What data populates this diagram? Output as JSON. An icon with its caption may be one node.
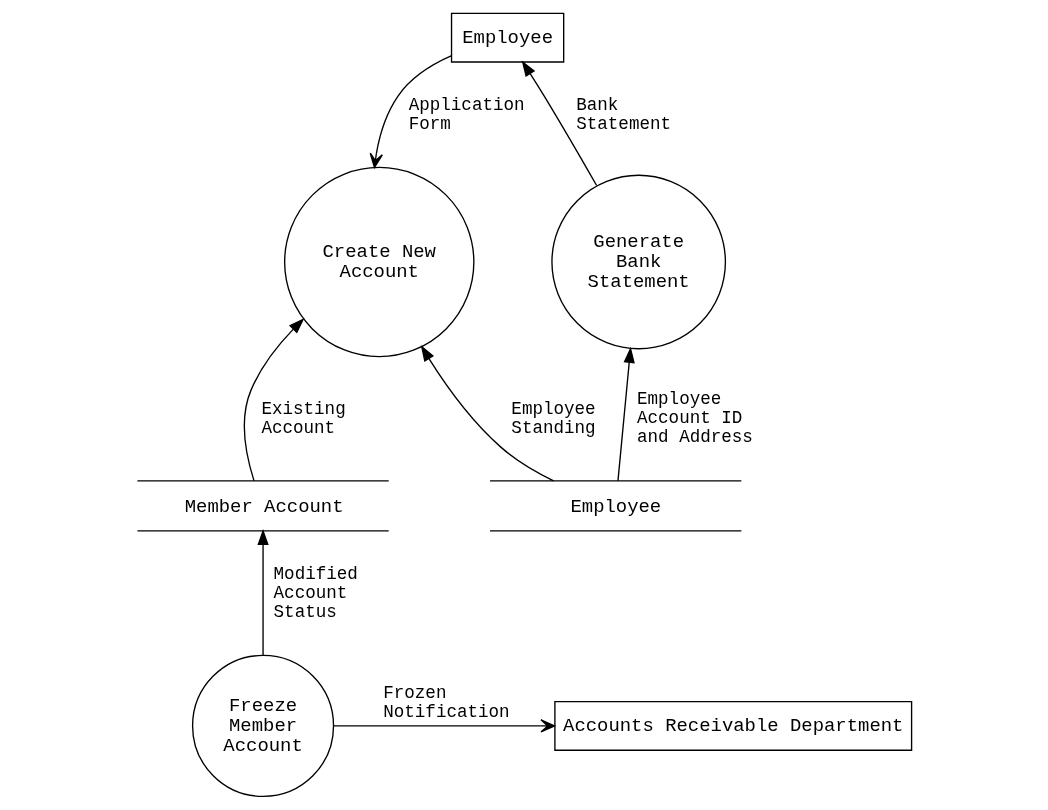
{
  "diagram": {
    "nodes": [
      {
        "text": [
          "Employee"
        ]
      },
      {
        "text": [
          "Create New Account"
        ]
      },
      {
        "text": [
          "Generate Bank Statement"
        ]
      },
      {
        "text": [
          "Member Account"
        ]
      },
      {
        "text": [
          "Employee"
        ]
      },
      {
        "text": [
          "Freeze Member Account"
        ]
      },
      {
        "text": [
          "Accounts Receivable Department"
        ]
      }
    ],
    "edges": [
      {
        "from": 0,
        "to": 1,
        "arrow": "to",
        "label": "Application Form"
      },
      {
        "from": 2,
        "to": 0,
        "arrow": "to",
        "label": "Bank Statement"
      },
      {
        "from": 3,
        "to": 1,
        "arrow": "to",
        "label": "Existing Account"
      },
      {
        "from": 4,
        "to": 1,
        "arrow": "to",
        "label": "Employee Standing"
      },
      {
        "from": 4,
        "to": 2,
        "arrow": "to",
        "label": "Employee Account ID and Address"
      },
      {
        "from": 5,
        "to": 3,
        "arrow": "to",
        "label": "Modified Account Status"
      },
      {
        "from": 5,
        "to": 6,
        "arrow": "to",
        "label": "Frozen Notification"
      }
    ]
  }
}
